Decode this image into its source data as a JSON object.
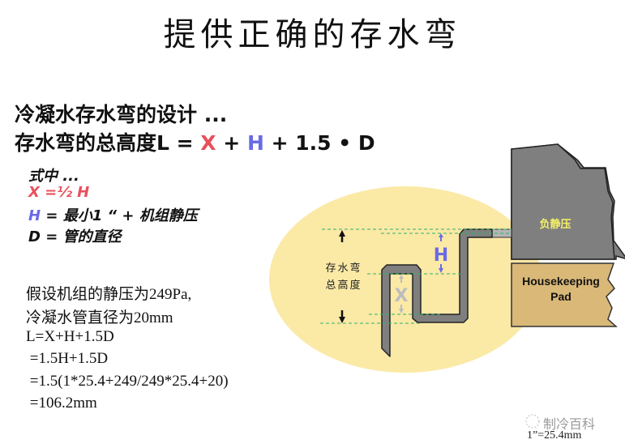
{
  "title": "提供正确的存水弯",
  "heading": {
    "line1": "冷凝水存水弯的设计 ...",
    "line2_prefix": "存水弯的总高度L = ",
    "line2_x": "X",
    "line2_plus1": " + ",
    "line2_h": "H",
    "line2_suffix": " + 1.5 • D"
  },
  "legend": {
    "intro": "式中 ...",
    "x_def": "X =½ H",
    "h_symbol": "H",
    "h_def": " = 最小1 “ + 机组静压",
    "d_def": "D = 管的直径"
  },
  "calculation": [
    "假设机组的静压为249Pa,",
    "冷凝水管直径为20mm",
    "L=X+H+1.5D",
    " =1.5H+1.5D",
    " =1.5(1*25.4+249/249*25.4+20)",
    " =106.2mm"
  ],
  "diagram": {
    "total_height_label_line1": "存水弯",
    "total_height_label_line2": "总高度",
    "h_label": "H",
    "x_label": "X",
    "unit_label": "负静压",
    "pad_label_line1": "Housekeeping",
    "pad_label_line2": "Pad",
    "colors": {
      "background_ellipse": "#fbe9a6",
      "pipe": "#7f7f7f",
      "unit": "#7f7f7f",
      "pad": "#d9b878",
      "guide_lines": "#2db46a",
      "h_color": "#6a6ae6",
      "x_color": "#bdbdbd",
      "unit_text": "#f5f06a"
    }
  },
  "watermark": "制冷百科",
  "footnote": "1”=25.4mm"
}
